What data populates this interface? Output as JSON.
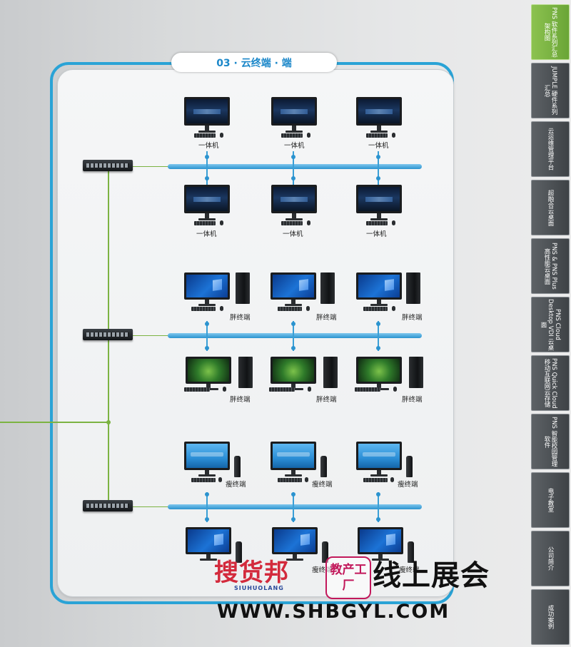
{
  "section_title": "03 · 云终端 · 端",
  "device_labels": {
    "all_in_one": "一体机",
    "fat_client": "胖终端",
    "thin_client": "瘦终端"
  },
  "tabs": [
    {
      "label": "PNS 软件系列汇总架构图",
      "active": true
    },
    {
      "label": "JUMPLE 硬件系列汇总",
      "active": false
    },
    {
      "label": "云运维管理平台",
      "active": false
    },
    {
      "label": "超融合云桌面",
      "active": false
    },
    {
      "label": "PNS & PNS Plus 高性能云桌面",
      "active": false
    },
    {
      "label": "PNS Cloud Desktop VDI 云桌面",
      "active": false
    },
    {
      "label": "PNS Quick Cloud 移动互联网云存储",
      "active": false
    },
    {
      "label": "PNS 智能校园管理软件",
      "active": false
    },
    {
      "label": "电子教室",
      "active": false
    },
    {
      "label": "公司简介",
      "active": false
    },
    {
      "label": "成功案例",
      "active": false
    }
  ],
  "watermark": {
    "brand": "搜货邦",
    "brand_sub": "SIUHUOLANG",
    "badge": "教产工厂",
    "title": "线上展会",
    "url": "WWW.SHBGYL.COM"
  },
  "colors": {
    "accent_blue": "#2aa3d6",
    "link_green": "#7cb342",
    "active_tab": "#8cc24f",
    "tab": "#4e5357"
  },
  "icons": [
    "network-switch-icon",
    "all-in-one-pc-icon",
    "fat-client-pc-icon",
    "thin-client-pc-icon"
  ]
}
